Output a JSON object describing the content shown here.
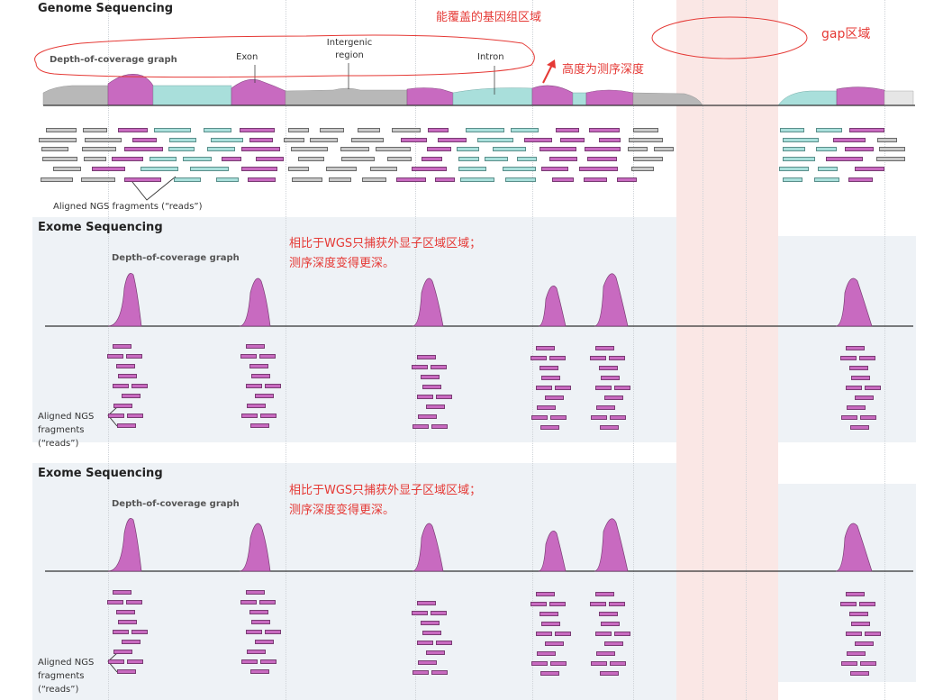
{
  "sections": {
    "genome": {
      "title": "Genome Sequencing",
      "coverage_label": "Depth-of-coverage graph",
      "reads_label": "Aligned NGS fragments (“reads”)",
      "region_labels": {
        "exon": "Exon",
        "intergenic": "Intergenic region",
        "intron": "Intron"
      }
    },
    "exome1": {
      "title": "Exome Sequencing",
      "coverage_label": "Depth-of-coverage graph",
      "reads_label_1": "Aligned NGS",
      "reads_label_2": "fragments",
      "reads_label_3": "(“reads”)"
    },
    "exome2": {
      "title": "Exome Sequencing",
      "coverage_label": "Depth-of-coverage graph",
      "reads_label_1": "Aligned NGS",
      "reads_label_2": "fragments",
      "reads_label_3": "(“reads”)"
    }
  },
  "annotations": {
    "genome_coverage": "能覆盖的基因组区域",
    "gap": "gap区域",
    "depth": "高度为测序深度",
    "exome_line1": "相比于WGS只捕获外显子区域区域；",
    "exome_line2": "测序深度变得更深。",
    "exome2_line1": "相比于WGS只捕获外显子区域区域；",
    "exome2_line2": "测序深度变得更深。"
  },
  "colors": {
    "exon": "#c86ac0",
    "intron": "#a9dfdb",
    "intergenic": "#b8b8b8",
    "annotation": "#e53935",
    "gap_region": "#f9e3e0",
    "section_bg": "#eef2f6"
  }
}
